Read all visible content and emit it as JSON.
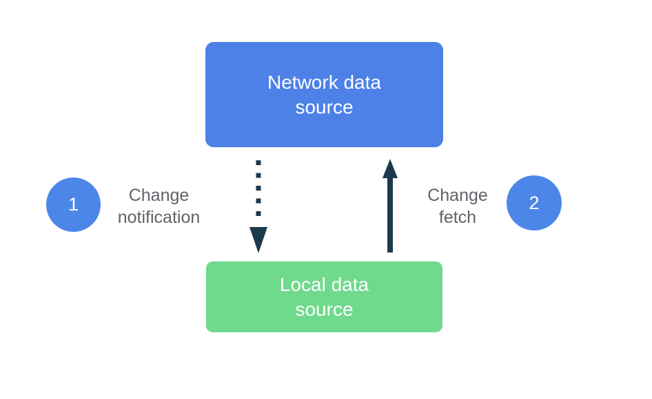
{
  "diagram": {
    "background": "#ffffff",
    "nodes": {
      "network": {
        "label": "Network data source",
        "color": "#4d81e8",
        "text_color": "#ffffff"
      },
      "local": {
        "label": "Local data source",
        "color": "#6fd98c",
        "text_color": "#ffffff"
      }
    },
    "steps": [
      {
        "number": "1",
        "label": "Change notification"
      },
      {
        "number": "2",
        "label": "Change fetch"
      }
    ],
    "badge_color": "#4c86e8",
    "label_color": "#5f6368",
    "arrows": [
      {
        "id": "change-notification",
        "style": "dotted",
        "direction": "down",
        "from": "Network data source",
        "to": "Local data source",
        "color": "#1c3a4e"
      },
      {
        "id": "change-fetch",
        "style": "solid",
        "direction": "up",
        "from": "Local data source",
        "to": "Network data source",
        "color": "#1c3a4e"
      }
    ]
  }
}
